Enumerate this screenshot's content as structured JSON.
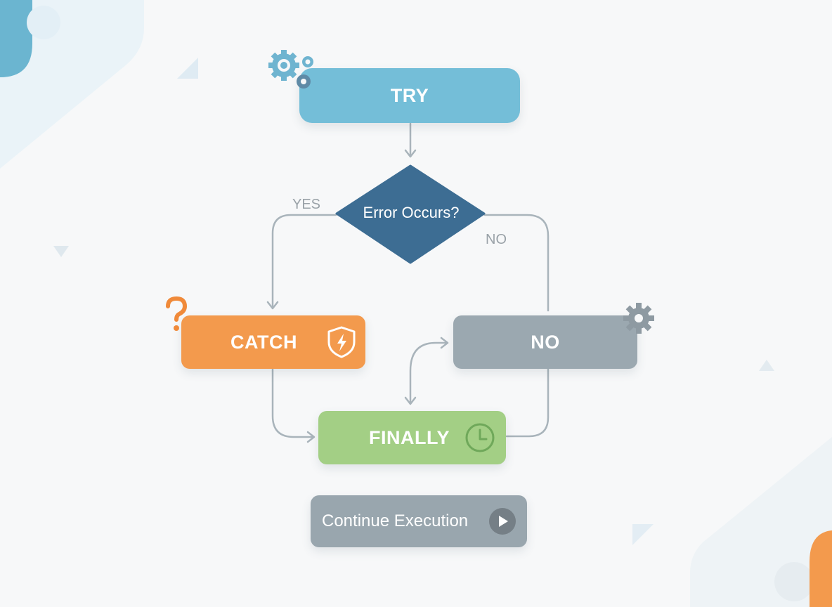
{
  "diagram": {
    "try_label": "TRY",
    "decision_label": "Error Occurs?",
    "yes_label": "YES",
    "no_label": "NO",
    "catch_label": "CATCH",
    "no_box_label": "NO",
    "finally_label": "FINALLY",
    "continue_label": "Continue Execution"
  },
  "icons": {
    "try": "gears-icon",
    "catch_badge": "question-mark-icon",
    "catch": "shield-lightning-icon",
    "no_box": "gear-icon",
    "finally": "clock-icon",
    "continue": "play-icon"
  },
  "colors": {
    "try": "#74bed8",
    "decision": "#3d6d93",
    "catch": "#f39a4d",
    "no_box": "#9ba8b0",
    "finally": "#a3cf85",
    "continue": "#99a6ae",
    "connector": "#a9b4bb"
  }
}
